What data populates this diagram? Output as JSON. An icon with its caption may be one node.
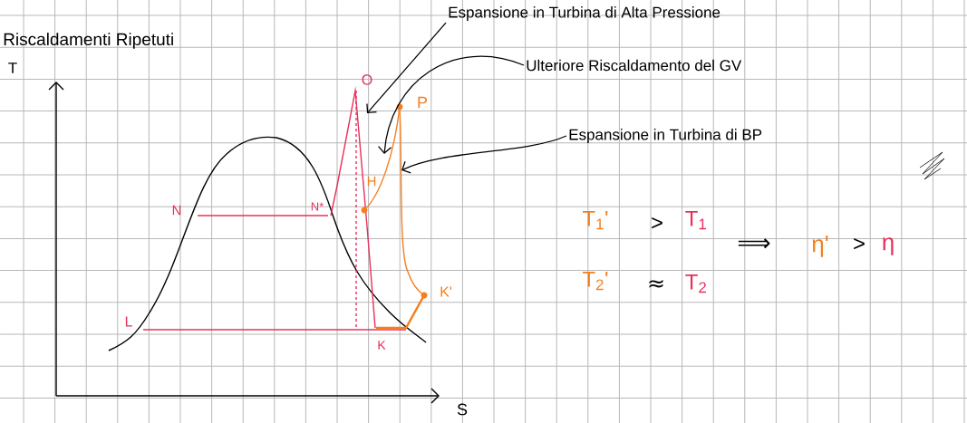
{
  "diagram": {
    "title": "Riscaldamenti Ripetuti",
    "nodes": [
      {
        "text": [
          "Espansione in Turbina di Alta Pressione"
        ]
      },
      {
        "text": [
          "Ulteriore Riscaldamento del GV"
        ]
      },
      {
        "text": [
          "Espansione in Turbina di BP"
        ]
      }
    ],
    "edges": [
      {
        "from": 0,
        "to": null,
        "arrow": "to"
      },
      {
        "from": 1,
        "to": null,
        "arrow": "to"
      },
      {
        "from": 2,
        "to": null,
        "arrow": "to"
      }
    ],
    "labels": [
      "T",
      "O",
      "P",
      "H",
      "N",
      "N*",
      "K'",
      "L",
      "K",
      "S",
      "T$_{1}$'",
      ">",
      "T$_{1}$",
      "⟹",
      "η'",
      ">",
      "η",
      "T$_{2}$'",
      "≈",
      "T$_{2}$"
    ]
  }
}
